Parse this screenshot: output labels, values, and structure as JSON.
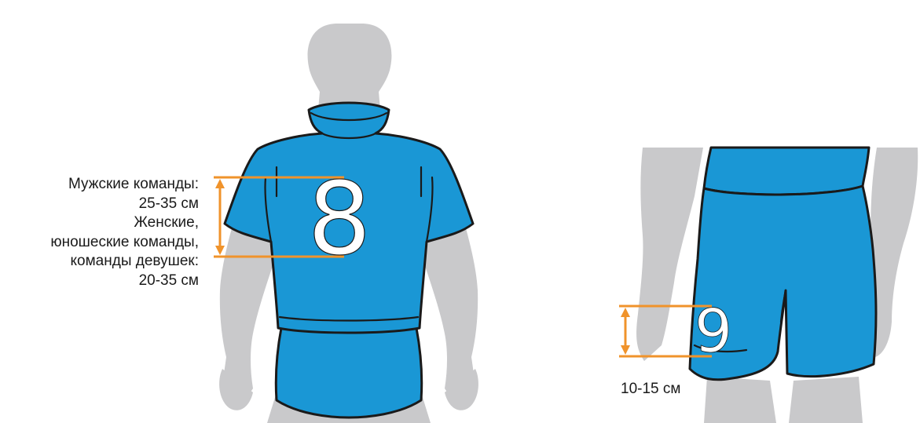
{
  "colors": {
    "silhouette": "#c9c9cb",
    "kit_blue": "#1a97d5",
    "outline": "#1a1a1a",
    "number": "#ffffff",
    "measure": "#f0932b",
    "text": "#1a1a1a"
  },
  "left_figure": {
    "shirt_number": "8",
    "caption_lines": [
      "Мужские команды:",
      "25-35 см",
      "Женские,",
      "юношеские команды,",
      "команды девушек:",
      "20-35 см"
    ]
  },
  "right_figure": {
    "shorts_number": "9",
    "caption": "10-15 см"
  },
  "icons": {
    "left_measure": "double-arrow-vertical-icon",
    "right_measure": "double-arrow-vertical-icon"
  }
}
